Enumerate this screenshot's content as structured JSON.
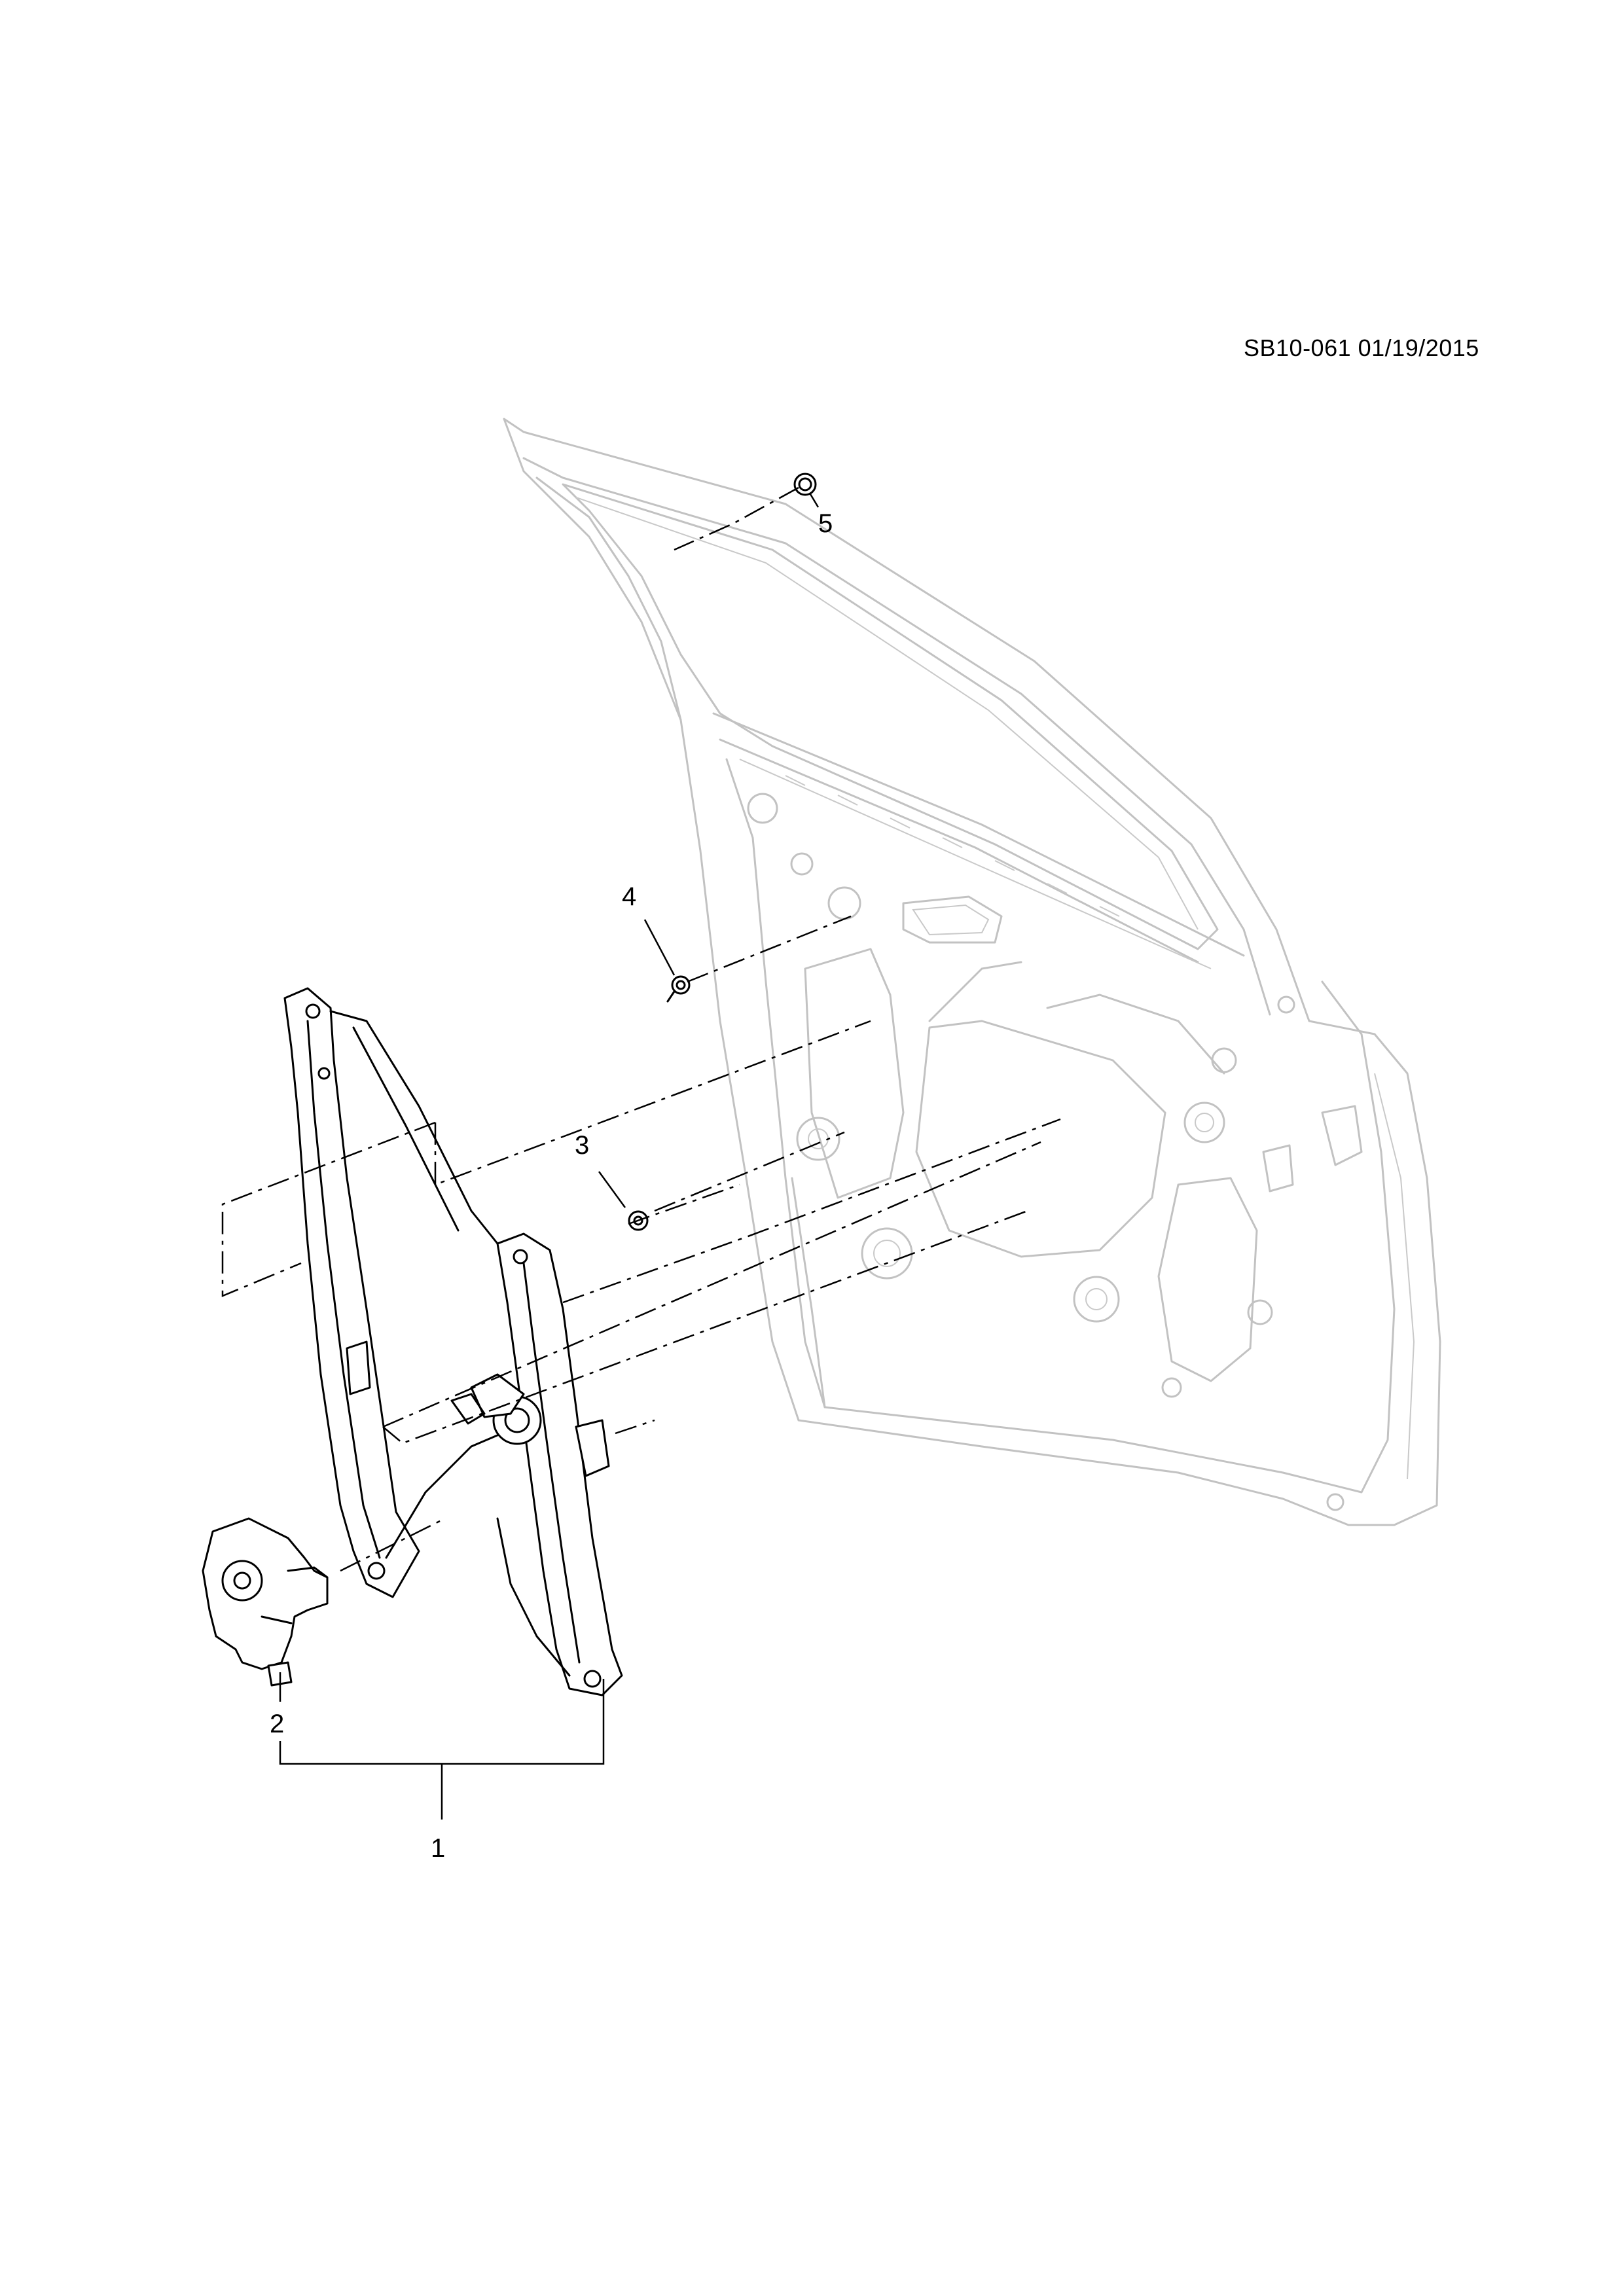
{
  "drawing_reference": "SB10-061 01/19/2015",
  "callouts": {
    "c1": "1",
    "c2": "2",
    "c3": "3",
    "c4": "4",
    "c5": "5"
  },
  "colors": {
    "background": "#ffffff",
    "door_outline": "#c2c2c2",
    "part_outline": "#000000"
  }
}
